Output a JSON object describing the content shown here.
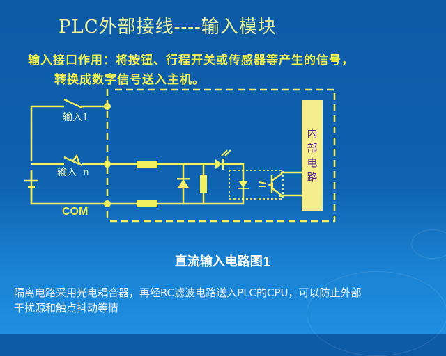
{
  "slide": {
    "title": "PLC外部接线----输入模块",
    "subtitle_line1": "输入接口作用：将按钮、行程开关或传感器等产生的信号，",
    "subtitle_line2": "转换成数字信号送入主机。",
    "caption": "直流输入电路图1",
    "description_line1": "隔离电路采用光电耦合器，再经RC滤波电路送入PLC的CPU，可以防止外部",
    "description_line2": "干扰源和触点抖动等情"
  },
  "diagram": {
    "label_input1": "输入1",
    "label_inputn": "输入  n",
    "label_com": "COM",
    "internal_block": [
      "内",
      "部",
      "电",
      "路"
    ]
  },
  "colors": {
    "wire": "#f0f060",
    "block_fill": "#f4ef8c",
    "block_text": "#5a2a8a",
    "title": "#e6f3a0",
    "subtitle": "#f0f050"
  }
}
